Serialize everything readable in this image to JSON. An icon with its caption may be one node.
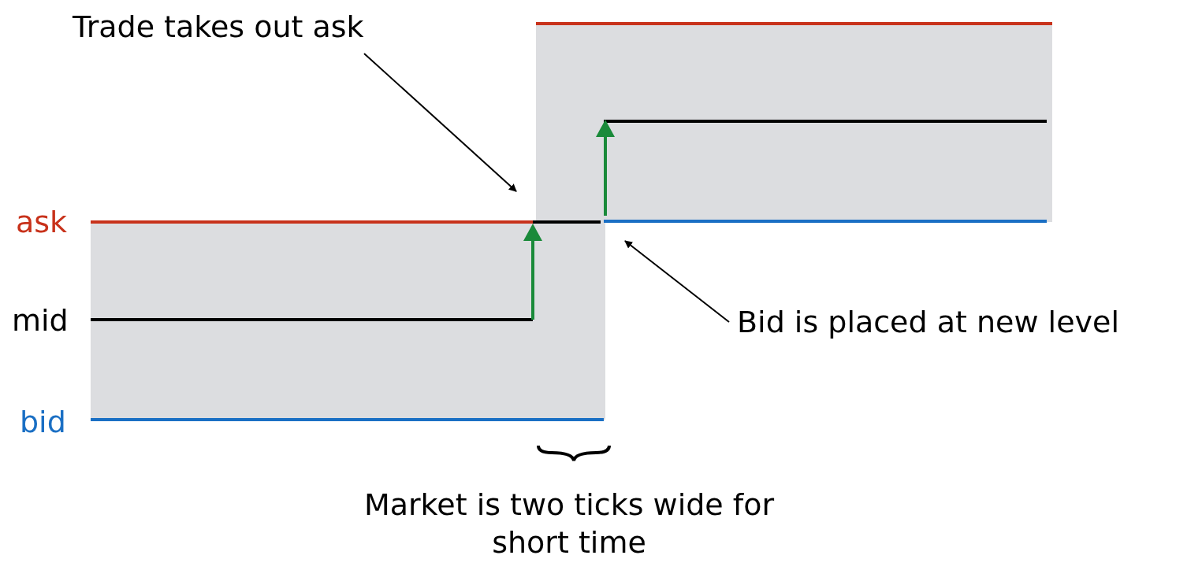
{
  "diagram": {
    "nodes": [
      {
        "text": [
          "Trade takes out ask"
        ]
      },
      {
        "text": [
          "Bid is placed at new level"
        ]
      }
    ],
    "edges": [
      {
        "from": 0,
        "to": null,
        "arrow": "to"
      },
      {
        "from": 1,
        "to": null,
        "arrow": "to"
      }
    ],
    "labels": [
      "ask",
      "mid",
      "bid",
      "Market is two ticks wide for short time"
    ]
  }
}
